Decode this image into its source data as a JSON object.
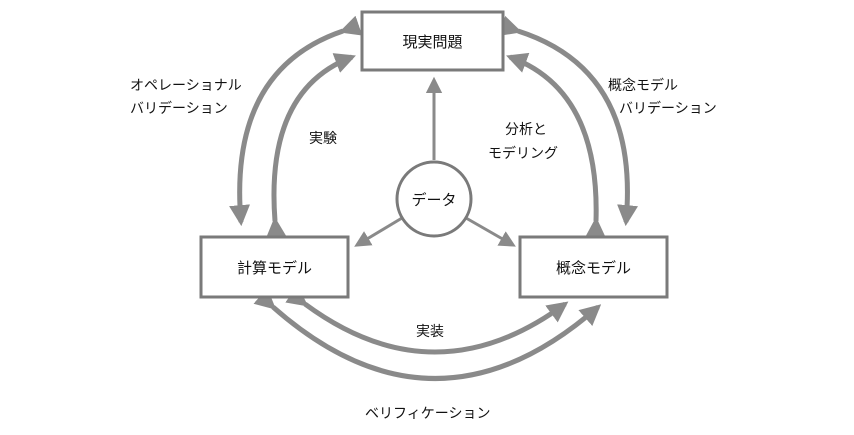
{
  "colors": {
    "arrow": "#8a8a8a",
    "box_stroke": "#7a7a7a",
    "text": "#111111",
    "background": "#ffffff"
  },
  "nodes": {
    "real_problem": "現実問題",
    "computational_model": "計算モデル",
    "conceptual_model": "概念モデル",
    "data": "データ"
  },
  "edges": {
    "operational_validation": [
      "オペレーショナル",
      "バリデーション"
    ],
    "experiment": "実験",
    "conceptual_validation": [
      "概念モデル",
      "バリデーション"
    ],
    "analysis_modeling": [
      "分析と",
      "モデリング"
    ],
    "implementation": "実装",
    "verification": "ベリフィケーション"
  }
}
